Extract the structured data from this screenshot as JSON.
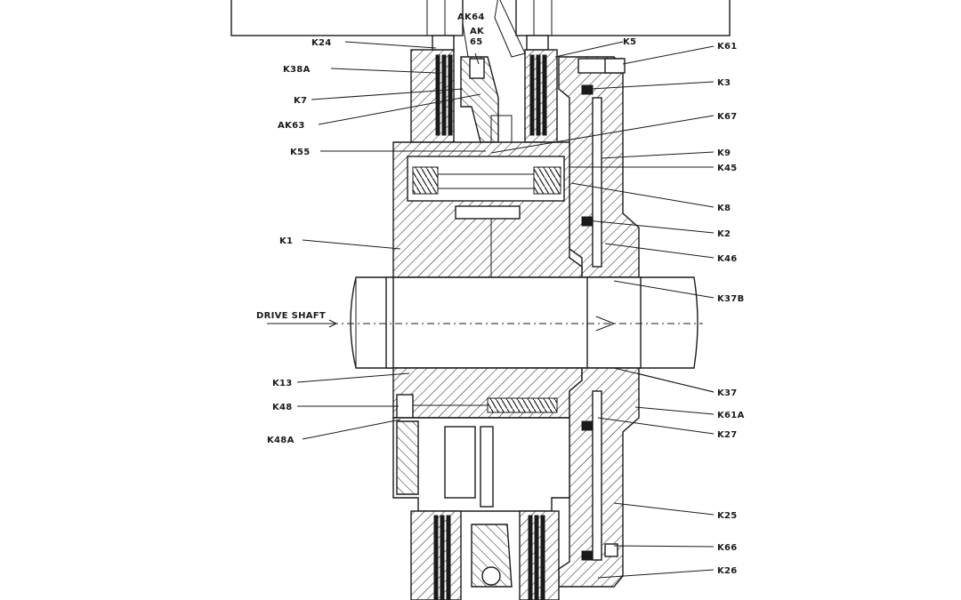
{
  "labels": {
    "k24": "K24",
    "ak64": "AK64",
    "ak65": "AK\n65",
    "k5": "K5",
    "k61": "K61",
    "k38a": "K38A",
    "k3": "K3",
    "k7": "K7",
    "ak63": "AK63",
    "k67": "K67",
    "k55": "K55",
    "k9": "K9",
    "k45": "K45",
    "k8": "K8",
    "k1": "K1",
    "k2": "K2",
    "k46": "K46",
    "k37b": "K37B",
    "drive_shaft": "DRIVE SHAFT",
    "k13": "K13",
    "k37": "K37",
    "k48": "K48",
    "k61a": "K61A",
    "k48a": "K48A",
    "k27": "K27",
    "k25": "K25",
    "k66": "K66",
    "k26": "K26"
  },
  "colors": {
    "ink": "#1a1a1a",
    "paper": "#ffffff"
  }
}
